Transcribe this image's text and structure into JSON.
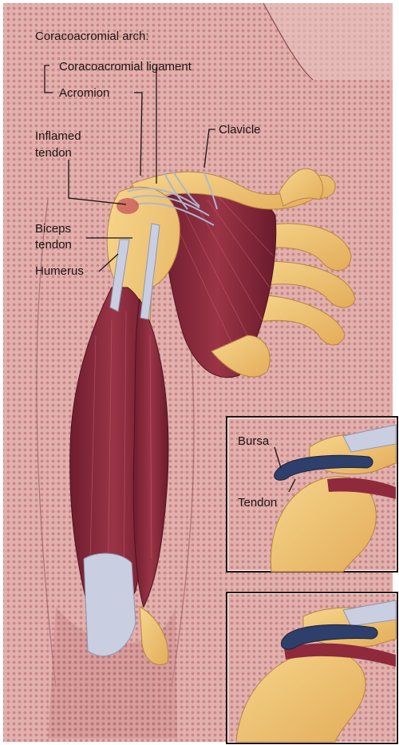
{
  "labels": {
    "arch_title": "Coracoacromial arch:",
    "coracoacromial_ligament": "Coracoacromial ligament",
    "acromion": "Acromion",
    "clavicle": "Clavicle",
    "inflamed_line1": "Inflamed",
    "inflamed_line2": "tendon",
    "biceps_line1": "Biceps",
    "biceps_line2": "tendon",
    "humerus": "Humerus",
    "bursa": "Bursa",
    "tendon": "Tendon"
  },
  "colors": {
    "skin_background": "#d9a3a3",
    "muscle": "#8e2a3c",
    "bone": "#f1c46f",
    "tendon": "#c9cfe0",
    "bursa": "#2e3f6b",
    "ink": "#1c1412"
  }
}
